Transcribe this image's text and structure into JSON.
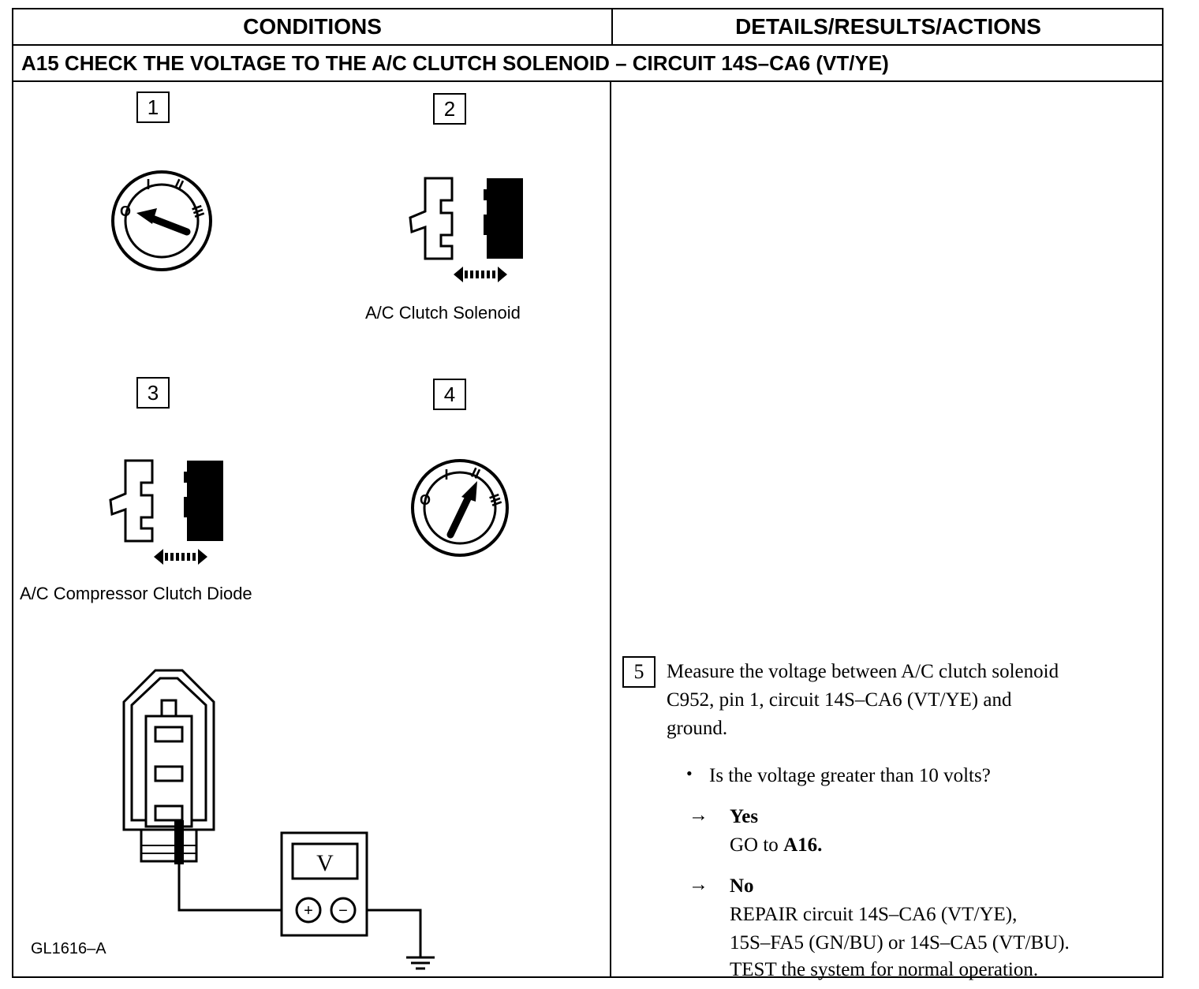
{
  "header": {
    "conditions": "CONDITIONS",
    "details": "DETAILS/RESULTS/ACTIONS"
  },
  "step_title": "A15 CHECK THE VOLTAGE TO THE A/C CLUTCH SOLENOID – CIRCUIT 14S–CA6 (VT/YE)",
  "diagram": {
    "steps": [
      "1",
      "2",
      "3",
      "4"
    ],
    "labels": {
      "clutch_solenoid": "A/C Clutch Solenoid",
      "clutch_diode": "A/C Compressor Clutch Diode",
      "figure_id": "GL1616–A"
    },
    "ignition_positions": [
      "O",
      "I",
      "II",
      "III"
    ],
    "meter_symbol": "V",
    "meter_plus": "+",
    "meter_minus": "−"
  },
  "details": {
    "step_number": "5",
    "instruction_lines": [
      "Measure the voltage between A/C clutch solenoid",
      "C952, pin 1, circuit 14S–CA6 (VT/YE) and",
      "ground."
    ],
    "question": "Is the voltage greater than 10 volts?",
    "yes": {
      "arrow": "→",
      "label": "Yes",
      "action_prefix": "GO to ",
      "action_target": "A16."
    },
    "no": {
      "arrow": "→",
      "label": "No",
      "action_lines": [
        "REPAIR circuit 14S–CA6 (VT/YE),",
        "15S–FA5 (GN/BU) or 14S–CA5 (VT/BU).",
        "TEST the system for normal operation."
      ]
    }
  }
}
